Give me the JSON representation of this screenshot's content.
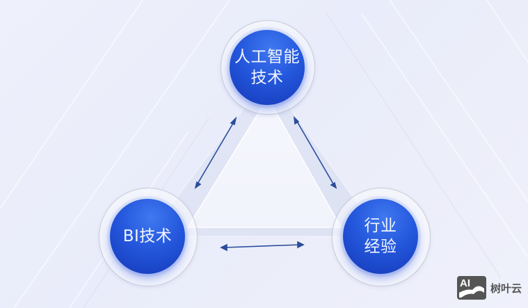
{
  "diagram": {
    "title": "",
    "nodes": [
      {
        "id": "ai",
        "lines": [
          "人工智能",
          "技术"
        ],
        "label": "人工智能技术"
      },
      {
        "id": "bi",
        "lines": [
          "BI技术"
        ],
        "label": "BI技术"
      },
      {
        "id": "industry",
        "lines": [
          "行业",
          "经验"
        ],
        "label": "行业经验"
      }
    ],
    "edges": [
      {
        "from": "ai",
        "to": "bi",
        "type": "bidirectional-arrow"
      },
      {
        "from": "ai",
        "to": "industry",
        "type": "bidirectional-arrow"
      },
      {
        "from": "bi",
        "to": "industry",
        "type": "bidirectional-arrow"
      }
    ],
    "colors": {
      "node_fill": "#2457dc",
      "node_text": "#f2f5ff",
      "arrow": "#2a4d9c",
      "background": "#eceef9"
    }
  },
  "watermark": {
    "icon_text": "AI",
    "icon": "image-icon",
    "text": "树叶云"
  }
}
